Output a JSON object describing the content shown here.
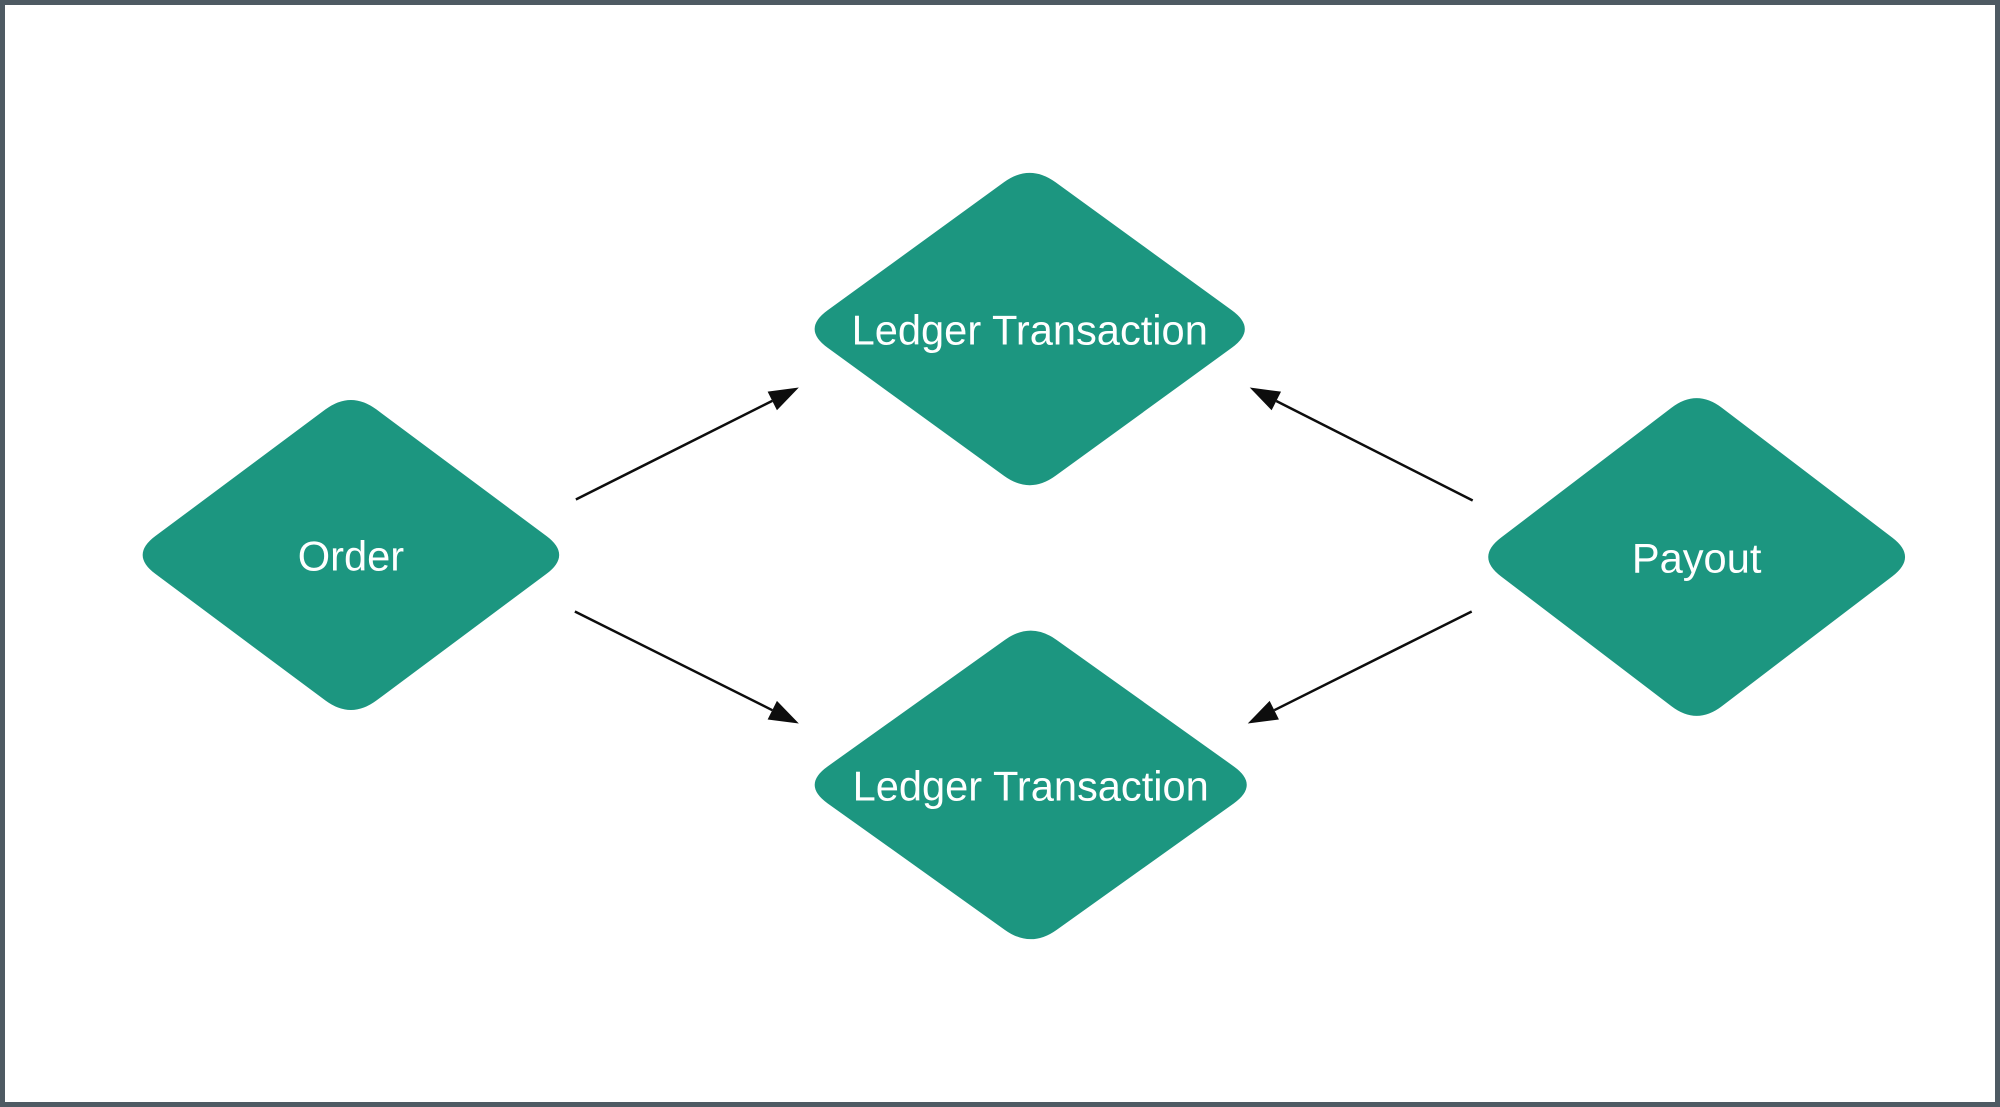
{
  "diagram": {
    "type": "entity-relationship-flow",
    "nodes": [
      {
        "id": "order",
        "label": "Order",
        "shape": "diamond"
      },
      {
        "id": "ledger-transaction-top",
        "label": "Ledger Transaction",
        "shape": "diamond"
      },
      {
        "id": "ledger-transaction-bottom",
        "label": "Ledger Transaction",
        "shape": "diamond"
      },
      {
        "id": "payout",
        "label": "Payout",
        "shape": "diamond"
      }
    ],
    "edges": [
      {
        "from": "Order",
        "to": "Ledger Transaction (top)",
        "arrow": "to"
      },
      {
        "from": "Order",
        "to": "Ledger Transaction (bottom)",
        "arrow": "to"
      },
      {
        "from": "Payout",
        "to": "Ledger Transaction (top)",
        "arrow": "to"
      },
      {
        "from": "Payout",
        "to": "Ledger Transaction (bottom)",
        "arrow": "to"
      }
    ],
    "colors": {
      "node_fill": "#1c9680",
      "node_text": "#ffffff",
      "arrow": "#0d0d0d",
      "frame_border": "#4e5a63",
      "background": "#ffffff"
    }
  }
}
